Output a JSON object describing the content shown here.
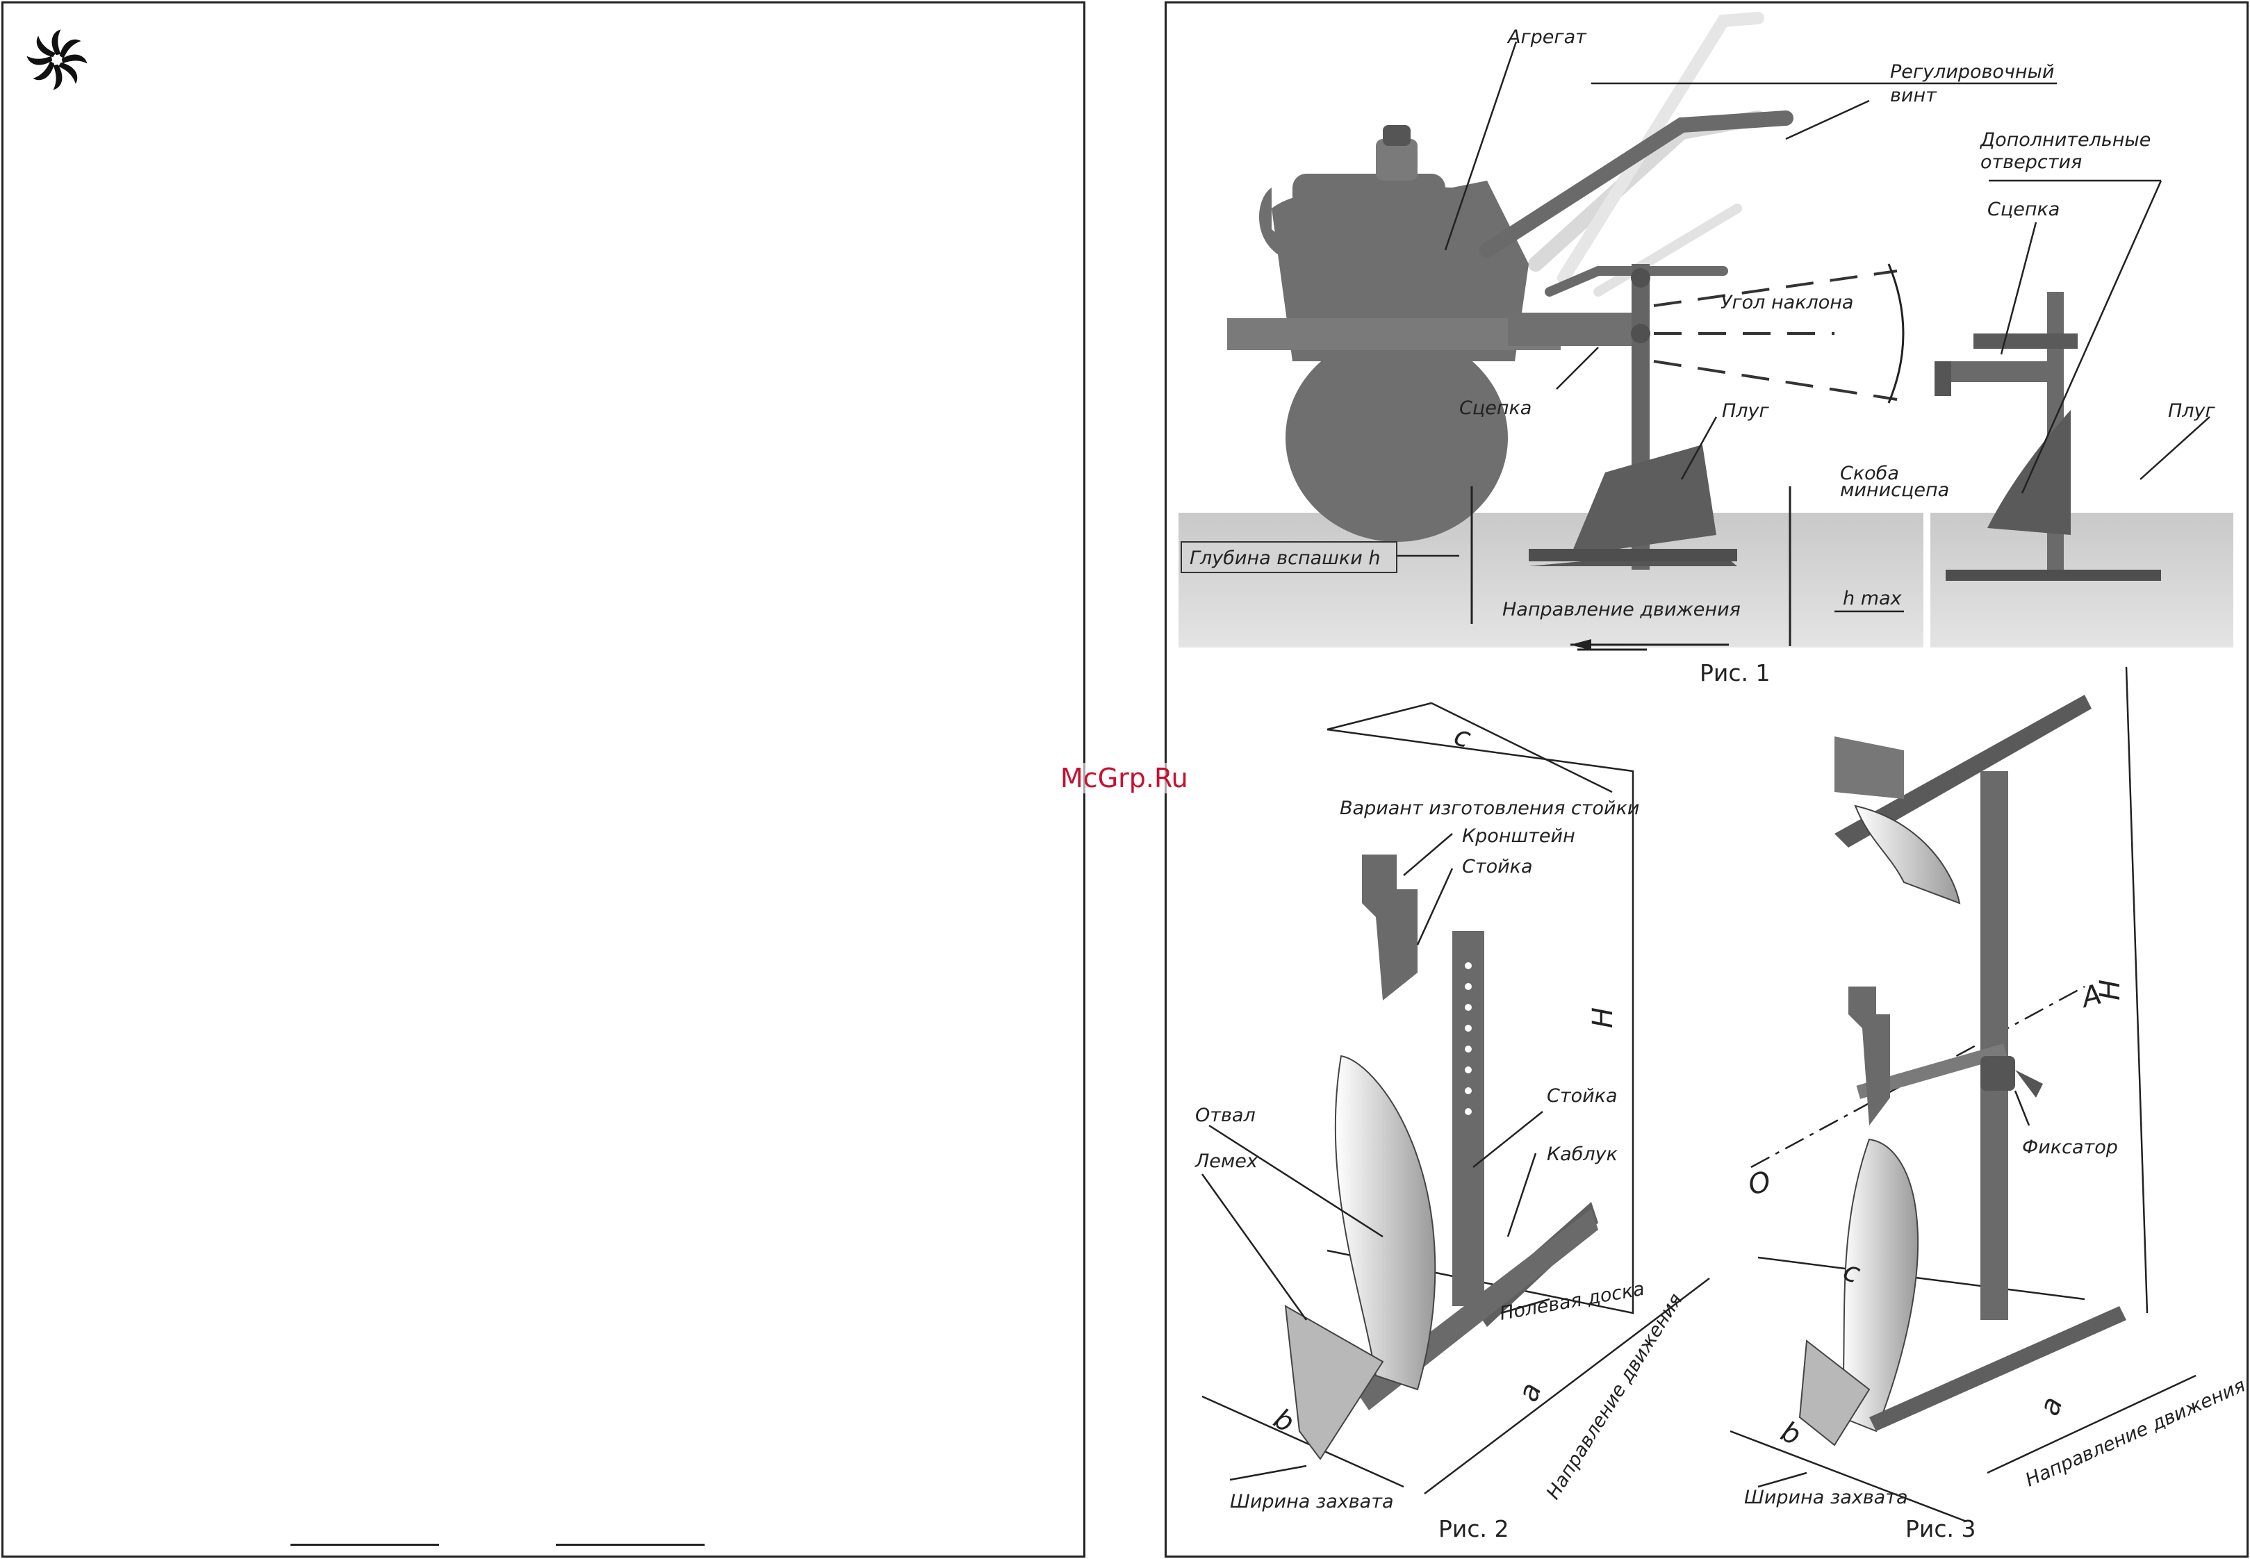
{
  "watermark": "McGrp.Ru",
  "fig1": {
    "caption": "Рис. 1",
    "labels": {
      "aggregate": "Агрегат",
      "adjust_screw_1": "Регулировочный",
      "adjust_screw_2": "винт",
      "extra_holes_1": "Дополнительные",
      "extra_holes_2": "отверстия",
      "hitch_right": "Сцепка",
      "tilt_angle": "Угол наклона",
      "hitch_left": "Сцепка",
      "plow_left": "Плуг",
      "plow_right": "Плуг",
      "bracket_1": "Скоба",
      "bracket_2": "минисцепа",
      "depth": "Глубина вспашки h",
      "hmax": "h max",
      "direction": "Направление движения"
    }
  },
  "fig2": {
    "caption": "Рис. 2",
    "labels": {
      "variant": "Вариант изготовления стойки",
      "bracket": "Кронштейн",
      "post_top": "Стойка",
      "post": "Стойка",
      "heel": "Каблук",
      "moldboard": "Отвал",
      "share": "Лемех",
      "field_board": "Полевая доска",
      "direction": "Направление движения",
      "width": "Ширина захвата",
      "dim_c": "c",
      "dim_H": "H",
      "dim_a": "a",
      "dim_b": "b"
    }
  },
  "fig3": {
    "caption": "Рис. 3",
    "labels": {
      "fixer": "Фиксатор",
      "axis_o": "O",
      "axis_a": "A",
      "dim_H": "H",
      "dim_c": "c",
      "dim_a": "a",
      "dim_b": "b",
      "direction": "Направление движения",
      "width": "Ширина захвата"
    }
  }
}
